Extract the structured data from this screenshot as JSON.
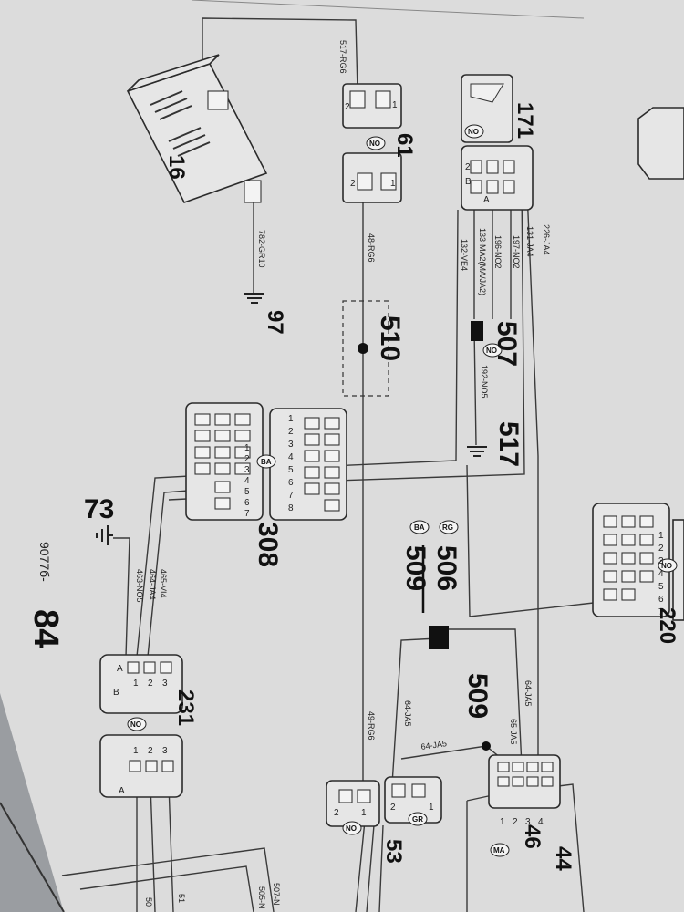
{
  "components": {
    "c16": "16",
    "c61": "61",
    "c97": "97",
    "c171": "171",
    "c510": "510",
    "c507": "507",
    "c517": "517",
    "c308": "308",
    "c73": "73",
    "c506": "506",
    "c509a": "509",
    "c509b": "509",
    "c220": "220",
    "c231": "231",
    "c46": "46",
    "c44": "44",
    "c53": "53",
    "page_ref": "9077б-",
    "page_num": "84"
  },
  "badges": {
    "no": "NO",
    "ba": "BA",
    "rg": "RG",
    "gr": "GR",
    "ma": "MA"
  },
  "wires": {
    "w517": "517-RG6",
    "w782": "782-GR10",
    "w48": "48-RG6",
    "w49": "49-RG6",
    "w226": "226-JA4",
    "w131": "131-JA4",
    "w197": "197-NO2",
    "w196": "196-NO2",
    "w133": "133-MA2(MA/JA2)",
    "w132": "132-VE4",
    "w192": "192-NO5",
    "w465": "465-VI4",
    "w464": "464-JA4",
    "w463": "463-NO5",
    "w64a": "64-JA5",
    "w64b": "64-JA5",
    "w64c": "64-JA5",
    "w65": "65-JA5",
    "w507n": "507-N",
    "w505n": "505-N",
    "w51": "51",
    "w50": "50"
  },
  "pins": {
    "p1": "1",
    "p2": "2",
    "p3": "3",
    "p4": "4",
    "p5": "5",
    "p6": "6",
    "p7": "7",
    "p8": "8",
    "pa": "A",
    "pb": "B"
  }
}
